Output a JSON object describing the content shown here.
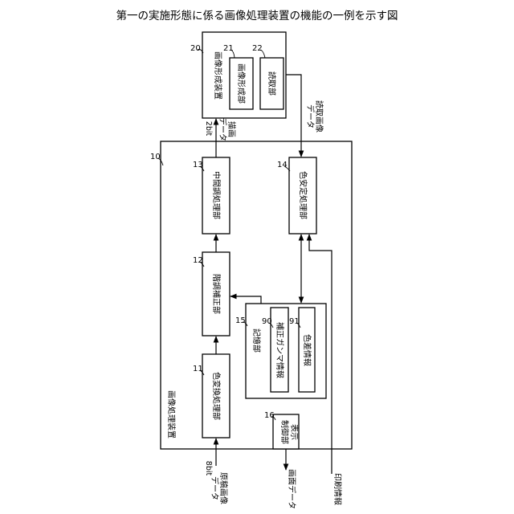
{
  "title": "第一の実施形態に係る画像処理装置の機能の一例を示す図",
  "apparatus": {
    "label": "画像処理装置",
    "ref": "10",
    "blocks": {
      "b11": {
        "ref": "11",
        "label": "色変換処理部"
      },
      "b12": {
        "ref": "12",
        "label": "階調補正部"
      },
      "b13": {
        "ref": "13",
        "label": "中間調処理部"
      },
      "b14": {
        "ref": "14",
        "label": "色安定処理部"
      },
      "b15": {
        "ref": "15",
        "label": "記憶部",
        "gamma": {
          "ref": "90",
          "label": "補正ガンマ情報"
        },
        "color": {
          "ref": "91",
          "label": "色差情報"
        }
      },
      "b16": {
        "ref": "16",
        "label": "表示制御部"
      }
    }
  },
  "image_forming": {
    "ref": "20",
    "label": "画像形成装置",
    "unit21": {
      "ref": "21",
      "label": "画像形成部"
    },
    "unit22": {
      "ref": "22",
      "label": "読取部"
    }
  },
  "signals": {
    "source": "原稿画像データ",
    "source_bits": "8bit",
    "draw": "描画データ",
    "draw_bits": "2bit",
    "read": "読取画像データ",
    "screen": "画面データ",
    "print_info": "印刷情報"
  }
}
